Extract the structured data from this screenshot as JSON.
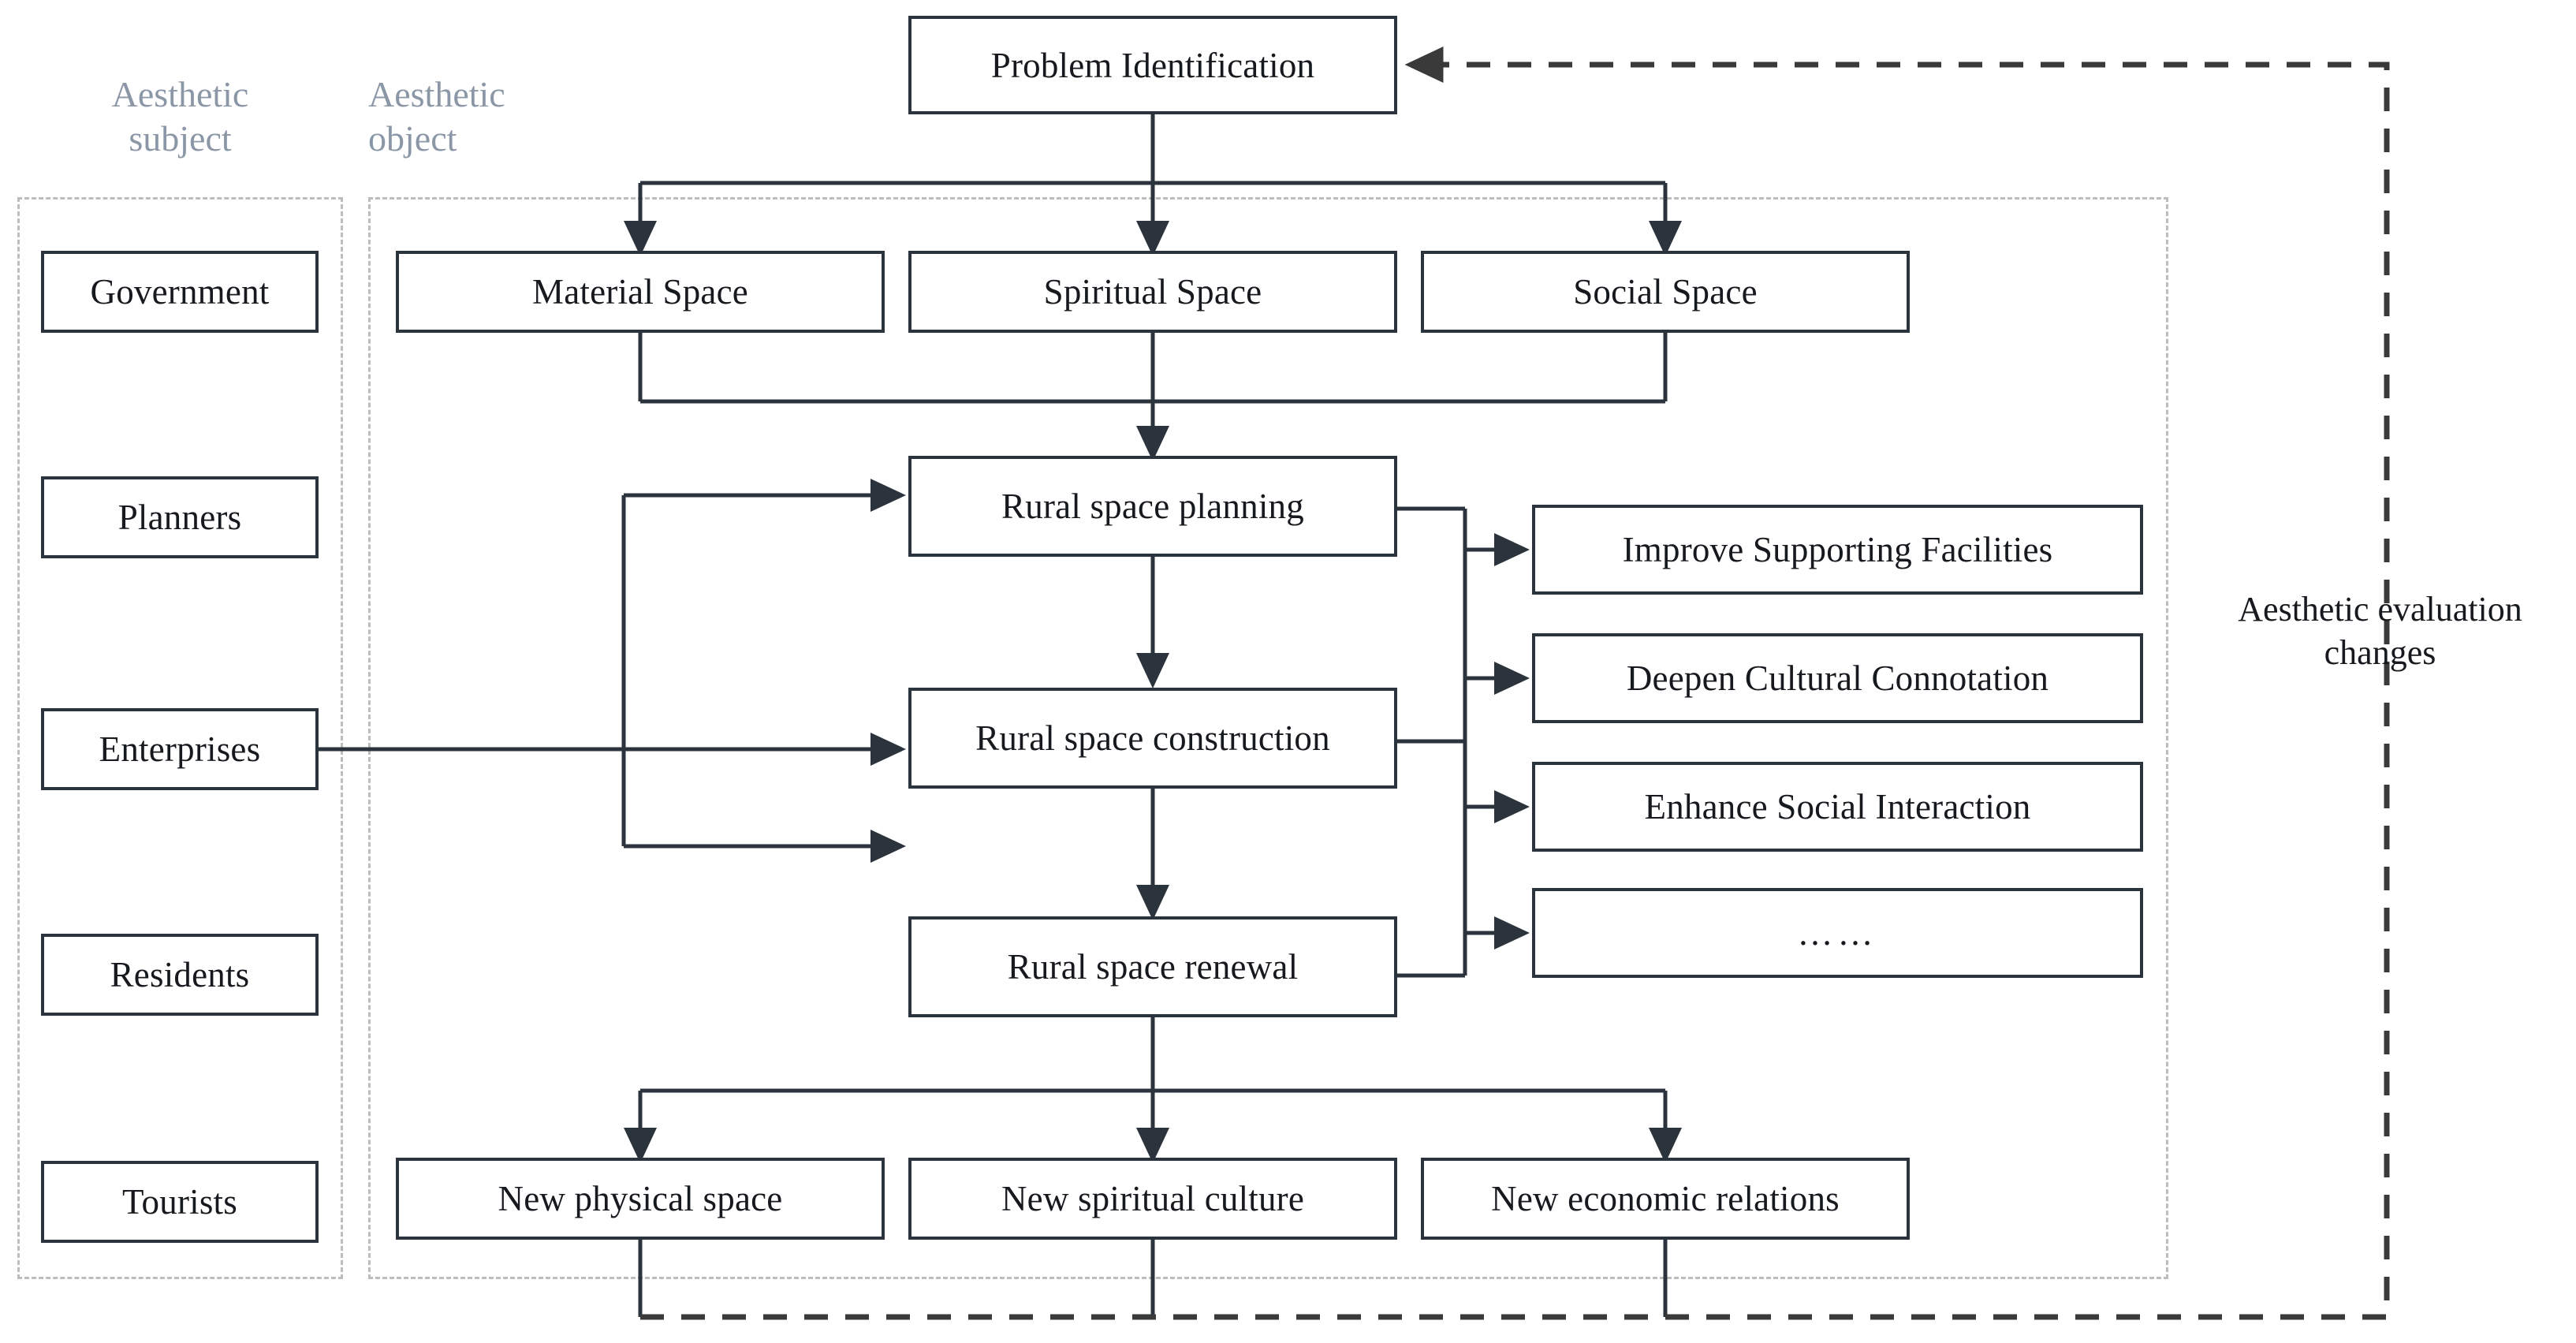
{
  "diagram": {
    "title": "Rural space aesthetic evaluation framework",
    "colors": {
      "box_border": "#2b333d",
      "panel_border": "#bdbdbd",
      "panel_label": "#8b97a6",
      "wire": "#2b333d",
      "dashed_wire": "#3a3a3a",
      "text": "#16191d",
      "background": "#ffffff"
    }
  },
  "panels": {
    "subject": {
      "label_line1": "Aesthetic",
      "label_line2": "subject"
    },
    "object": {
      "label_line1": "Aesthetic",
      "label_line2": "object"
    }
  },
  "feedback": {
    "label_line1": "Aesthetic  evaluation",
    "label_line2": "changes"
  },
  "top": {
    "problem": "Problem Identification"
  },
  "subjects": [
    {
      "label": "Government"
    },
    {
      "label": "Planners"
    },
    {
      "label": "Enterprises"
    },
    {
      "label": "Residents"
    },
    {
      "label": "Tourists"
    }
  ],
  "spaces": [
    {
      "label": "Material Space"
    },
    {
      "label": "Spiritual Space"
    },
    {
      "label": "Social Space"
    }
  ],
  "process": [
    {
      "label": "Rural space planning"
    },
    {
      "label": "Rural space construction"
    },
    {
      "label": "Rural space renewal"
    }
  ],
  "outcomes": [
    {
      "label": "Improve Supporting Facilities"
    },
    {
      "label": "Deepen Cultural Connotation"
    },
    {
      "label": "Enhance Social Interaction"
    },
    {
      "label": "……"
    }
  ],
  "results": [
    {
      "label": "New physical space"
    },
    {
      "label": "New spiritual culture"
    },
    {
      "label": "New economic relations"
    }
  ]
}
